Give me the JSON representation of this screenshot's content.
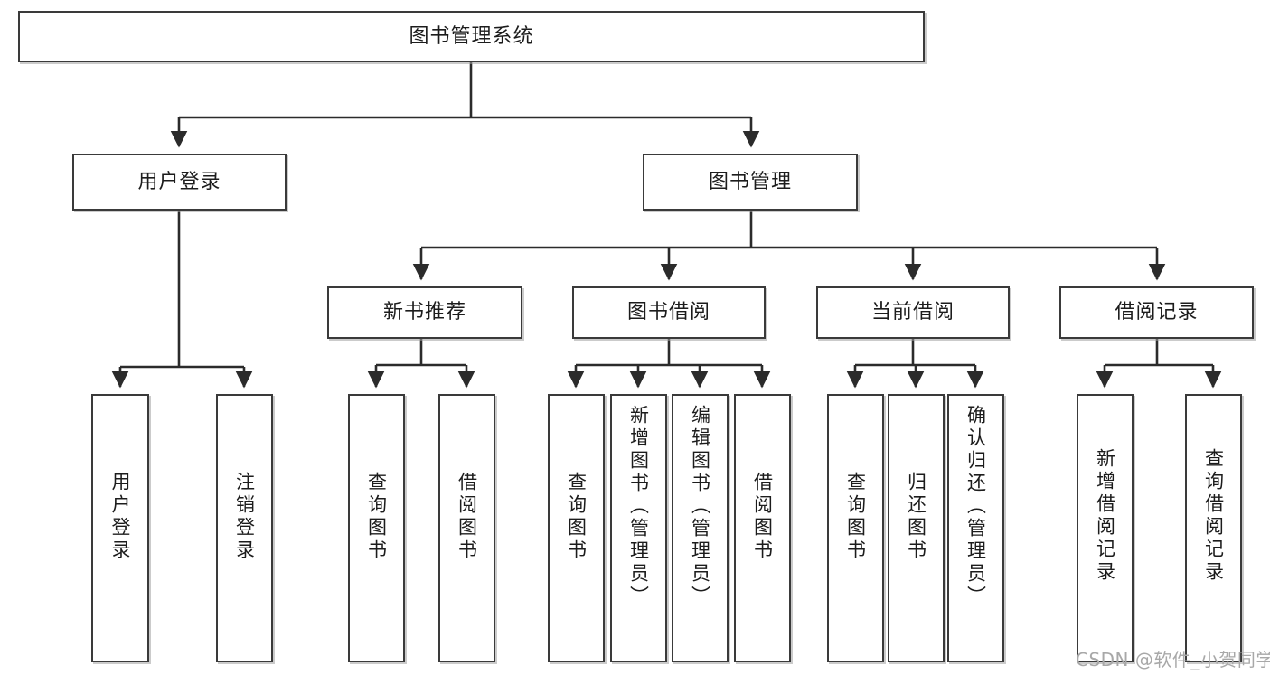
{
  "diagram": {
    "title": "图书管理系统",
    "type": "tree-hierarchy",
    "watermark": "CSDN @软件_小贺同学",
    "colors": {
      "box_border": "#3a3a3a",
      "box_fill": "#ffffff",
      "connector": "#2b2b2b",
      "watermark": "#a8a8a8",
      "background": "#ffffff"
    },
    "root": {
      "label": "图书管理系统"
    },
    "level2": [
      {
        "label": "用户登录"
      },
      {
        "label": "图书管理"
      }
    ],
    "level3": [
      {
        "label": "新书推荐"
      },
      {
        "label": "图书借阅"
      },
      {
        "label": "当前借阅"
      },
      {
        "label": "借阅记录"
      }
    ],
    "leaves": {
      "user_login": [
        {
          "label": "用户登录"
        },
        {
          "label": "注销登录"
        }
      ],
      "new_book_recommend": [
        {
          "label": "查询图书"
        },
        {
          "label": "借阅图书"
        }
      ],
      "book_borrow": [
        {
          "label": "查询图书"
        },
        {
          "label": "新增图书（管理员）"
        },
        {
          "label": "编辑图书（管理员）"
        },
        {
          "label": "借阅图书"
        }
      ],
      "current_borrow": [
        {
          "label": "查询图书"
        },
        {
          "label": "归还图书"
        },
        {
          "label": "确认归还（管理员）"
        }
      ],
      "borrow_record": [
        {
          "label": "新增借阅记录"
        },
        {
          "label": "查询借阅记录"
        }
      ]
    }
  }
}
